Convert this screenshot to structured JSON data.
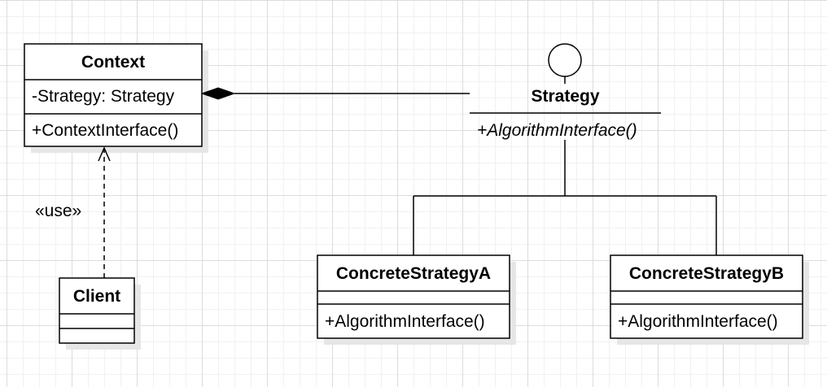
{
  "context": {
    "name": "Context",
    "attribute": "-Strategy: Strategy",
    "operation": "+ContextInterface()"
  },
  "strategy": {
    "name": "Strategy",
    "operation": "+AlgorithmInterface()"
  },
  "concrete_a": {
    "name": "ConcreteStrategyA",
    "operation": "+AlgorithmInterface()"
  },
  "concrete_b": {
    "name": "ConcreteStrategyB",
    "operation": "+AlgorithmInterface()"
  },
  "client": {
    "name": "Client"
  },
  "use_label": "«use»"
}
